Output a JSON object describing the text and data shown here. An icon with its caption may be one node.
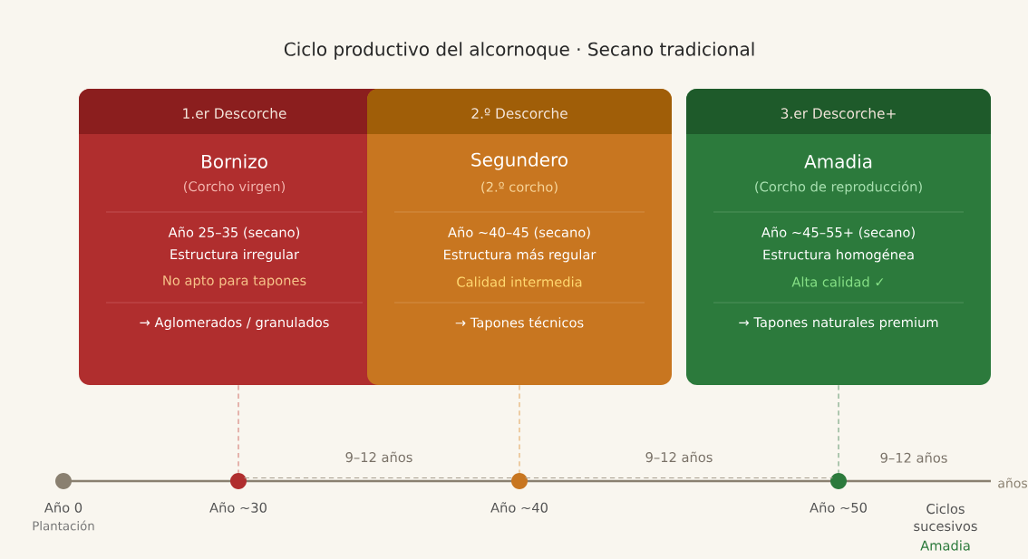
{
  "diagram": {
    "title": "Ciclo productivo del alcornoque · Secano tradicional",
    "nodes": [
      {
        "text": [
          "1.er Descorche",
          "Bornizo",
          "(Corcho virgen)",
          "Año 25–35 (secano)",
          "Estructura irregular",
          "No apto para tapones",
          "→ Aglomerados / granulados"
        ]
      },
      {
        "text": [
          "2.º Descorche",
          "Segundero",
          "(2.º corcho)",
          "Año ~40–45 (secano)",
          "Estructura más regular",
          "Calidad intermedia",
          "→ Tapones técnicos"
        ]
      },
      {
        "text": [
          "3.er Descorche+",
          "Amadia",
          "(Corcho de reproducción)",
          "Año ~45–55+ (secano)",
          "Estructura homogénea",
          "Alta calidad ✓",
          "→ Tapones naturales premium"
        ]
      },
      {
        "text": [],
        "shape": "circle",
        "beside": [
          "Año 0",
          "Plantación"
        ]
      },
      {
        "text": [],
        "shape": "circle",
        "beside": [
          "Año ~30"
        ]
      },
      {
        "text": [],
        "shape": "circle",
        "beside": [
          "Año ~40"
        ]
      },
      {
        "text": [],
        "shape": "circle",
        "beside": [
          "Año ~50"
        ]
      }
    ],
    "edges": [
      {
        "from": 0,
        "to": 4,
        "arrow": "none",
        "style": "dashed",
        "color": "#d47a72"
      },
      {
        "from": 1,
        "to": 5,
        "arrow": "none",
        "style": "dashed",
        "color": "#e4a862"
      },
      {
        "from": 2,
        "to": 6,
        "arrow": "none",
        "style": "dashed",
        "color": "#6e9e78"
      },
      {
        "from": 4,
        "to": 5,
        "arrow": "none",
        "style": "dashed",
        "label": "9–12 años"
      },
      {
        "from": 5,
        "to": 6,
        "arrow": "none",
        "style": "dashed",
        "label": "9–12 años"
      }
    ],
    "labels": [
      "9–12 años",
      "años",
      "Ciclos sucesivos",
      "Amadia"
    ]
  }
}
